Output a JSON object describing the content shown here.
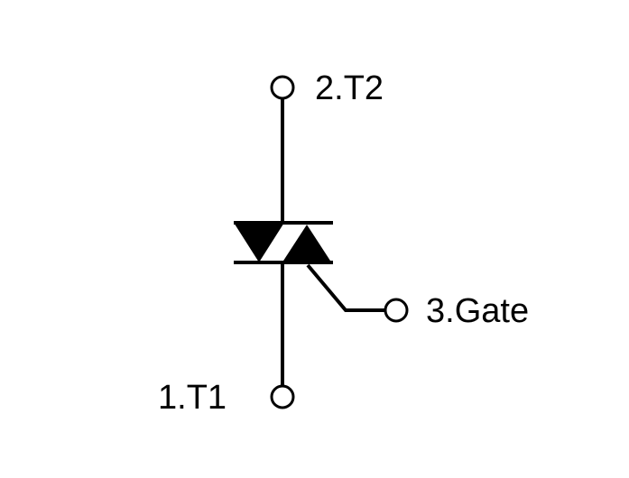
{
  "terminals": {
    "t2": "2.T2",
    "t1": "1.T1",
    "gate": "3.Gate"
  },
  "colors": {
    "stroke": "#000000",
    "background": "#ffffff"
  }
}
